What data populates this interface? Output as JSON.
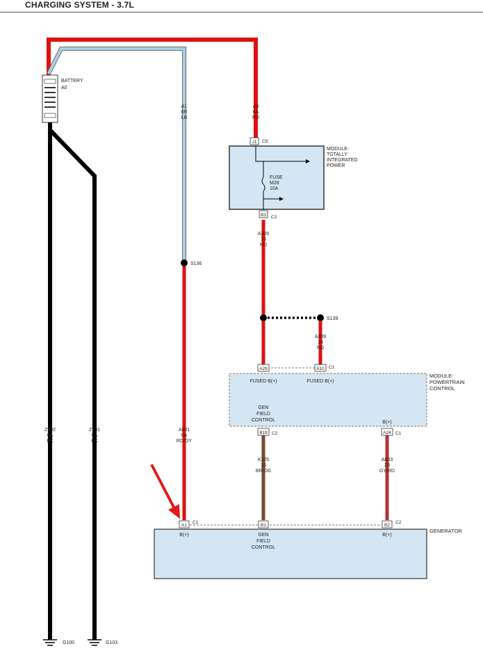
{
  "page": {
    "title": "CHARGING SYSTEM - 3.7L"
  },
  "colors": {
    "red_wire": "#e01010",
    "blue_wire": "#a8d0e4",
    "black_wire": "#000000",
    "brown_wire": "#7a4a2a",
    "dark_red_wire": "#b83030",
    "module_fill": "#d4e6f4",
    "arrow": "#e11a1a"
  },
  "components": {
    "battery": {
      "name": "BATTERY",
      "id": "A0"
    },
    "tipm": {
      "name_line1": "MODULE-",
      "name_line2": "TOTALLY",
      "name_line3": "INTEGRATED",
      "name_line4": "POWER",
      "fuse_line1": "FUSE",
      "fuse_line2": "M28",
      "fuse_line3": "10A",
      "pin_in": "J1",
      "conn_in": "C9",
      "pin_out": "B3",
      "conn_out": "C2"
    },
    "pcm": {
      "name_line1": "MODULE-",
      "name_line2": "POWERTRAIN",
      "name_line3": "CONTROL",
      "conn_top": "C1",
      "pin_a": "A29",
      "pin_b": "A10",
      "fused_a": "FUSED B(+)",
      "fused_b": "FUSED B(+)",
      "field_line1": "GEN",
      "field_line2": "FIELD",
      "field_line3": "CONTROL",
      "bplus": "B(+)",
      "pin_field": "B19",
      "conn_field": "C2",
      "pin_bplus": "A24",
      "conn_bplus": "C1"
    },
    "generator": {
      "name": "GENERATOR",
      "pin_a": "A1",
      "conn_a": "C1",
      "pin_b": "B1",
      "pin_c": "B2",
      "conn_c": "C2",
      "bplus_a": "B(+)",
      "field_line1": "GEN",
      "field_line2": "FIELD",
      "field_line3": "CONTROL",
      "bplus_c": "B(+)"
    }
  },
  "wires": {
    "w_a1": {
      "line1": "A1",
      "line2": "6R",
      "line3": "LB"
    },
    "w_a0": {
      "line1": "A0",
      "line2": "6A",
      "line3": "RD"
    },
    "w_a209": {
      "line1": "A209",
      "line2": "16",
      "line3": "RD"
    },
    "w_a309": {
      "line1": "A309",
      "line2": "16",
      "line3": "RD"
    },
    "w_a801": {
      "line1": "A801",
      "line2": "6A",
      "line3": "RD/GY"
    },
    "w_k125": {
      "line1": "K125",
      "line2": "16",
      "line3": "BR/DG"
    },
    "w_a803": {
      "line1": "A803",
      "line2": "20",
      "line3": "GY/RD"
    },
    "w_z902": {
      "line1": "Z902",
      "line2": "6A",
      "line3": "BK"
    },
    "w_z901": {
      "line1": "Z901",
      "line2": "6A",
      "line3": "BK"
    }
  },
  "splices": {
    "s136": "S136",
    "s139": "S139"
  },
  "grounds": {
    "g100": "G100",
    "g103": "G103"
  }
}
